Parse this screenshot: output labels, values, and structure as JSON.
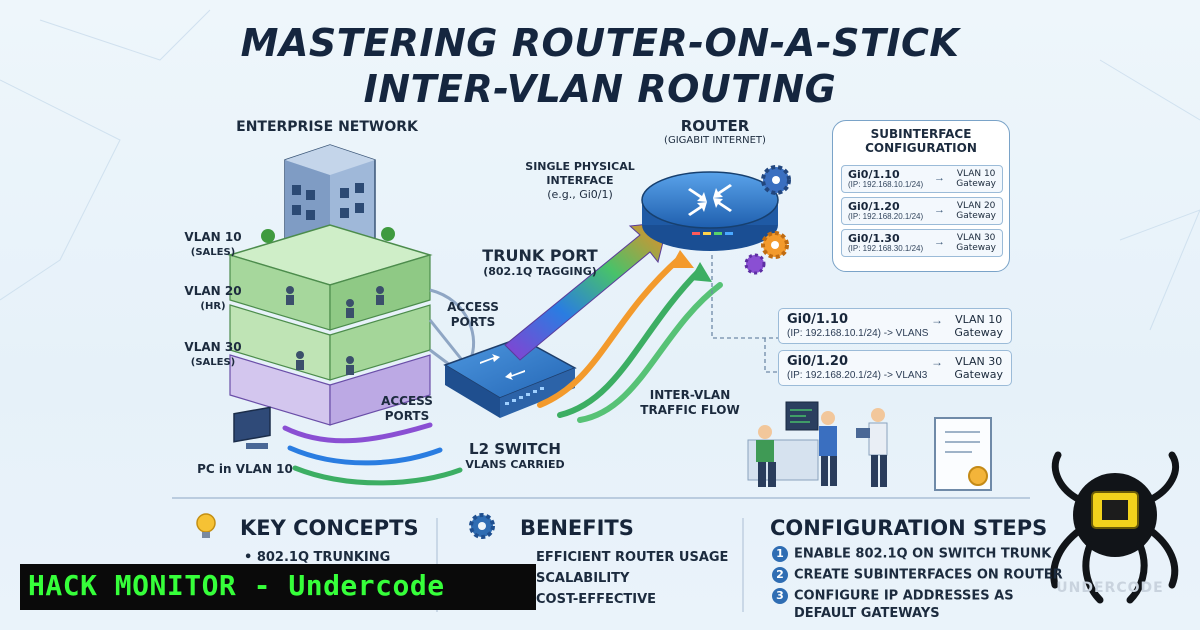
{
  "title": {
    "line1": "MASTERING ROUTER-ON-A-STICK",
    "line2": "INTER-VLAN ROUTING"
  },
  "network": {
    "heading": "ENTERPRISE NETWORK",
    "vlans": [
      {
        "name": "VLAN 10",
        "dept": "(SALES)"
      },
      {
        "name": "VLAN 20",
        "dept": "(HR)"
      },
      {
        "name": "VLAN 30",
        "dept": "(SALES)"
      }
    ],
    "access_ports_upper": {
      "l1": "ACCESS",
      "l2": "PORTS"
    },
    "access_ports_lower": {
      "l1": "ACCESS",
      "l2": "PORTS"
    },
    "pc_label": "PC in VLAN 10"
  },
  "router": {
    "heading": "ROUTER",
    "sub": "(GIGABIT INTERNET)"
  },
  "phys_iface": {
    "l1": "SINGLE PHYSICAL",
    "l2": "INTERFACE",
    "l3": "(e.g., Gi0/1)"
  },
  "trunk": {
    "heading": "TRUNK PORT",
    "sub": "(802.1Q TAGGING)"
  },
  "switch": {
    "heading": "L2 SWITCH",
    "sub": "VLANS CARRIED"
  },
  "intervlan": {
    "l1": "INTER-VLAN",
    "l2": "TRAFFIC FLOW"
  },
  "subif_card": {
    "heading_l1": "SUBINTERFACE",
    "heading_l2": "CONFIGURATION",
    "rows": [
      {
        "iface": "Gi0/1.10",
        "ip": "(IP: 192.168.10.1/24)",
        "arrow": "→",
        "target_l1": "VLAN 10",
        "target_l2": "Gateway"
      },
      {
        "iface": "Gi0/1.20",
        "ip": "(IP: 192.168.20.1/24)",
        "arrow": "→",
        "target_l1": "VLAN 20",
        "target_l2": "Gateway"
      },
      {
        "iface": "Gi0/1.30",
        "ip": "(IP: 192.168.30.1/24)",
        "arrow": "→",
        "target_l1": "VLAN 30",
        "target_l2": "Gateway"
      }
    ]
  },
  "lower_rows": [
    {
      "iface": "Gi0/1.10",
      "ip": "(IP: 192.168.10.1/24) -> VLANS",
      "arrow": "→",
      "target_l1": "VLAN 10",
      "target_l2": "Gateway"
    },
    {
      "iface": "Gi0/1.20",
      "ip": "(IP: 192.168.20.1/24) -> VLAN3",
      "arrow": "→",
      "target_l1": "VLAN 30",
      "target_l2": "Gateway"
    }
  ],
  "sections": {
    "key_concepts": {
      "heading": "KEY CONCEPTS",
      "items": [
        "802.1Q TRUNKING"
      ]
    },
    "benefits": {
      "heading": "BENEFITS",
      "items": [
        "EFFICIENT ROUTER USAGE",
        "SCALABILITY",
        "COST-EFFECTIVE"
      ]
    },
    "config_steps": {
      "heading": "CONFIGURATION STEPS",
      "steps": [
        {
          "n": "1",
          "text": "ENABLE 802.1Q ON SWITCH TRUNK"
        },
        {
          "n": "2",
          "text": "CREATE SUBINTERFACES ON ROUTER"
        },
        {
          "n": "3",
          "text": "CONFIGURE IP ADDRESSES AS",
          "text2": "DEFAULT GATEWAYS"
        }
      ]
    }
  },
  "banner": {
    "text": "HACK MONITOR - Undercode"
  },
  "logo": {
    "text": "UNDERCODE"
  },
  "colors": {
    "banner_text": "#36ff3a",
    "accent_blue": "#2f6db3",
    "title": "#15263f"
  }
}
